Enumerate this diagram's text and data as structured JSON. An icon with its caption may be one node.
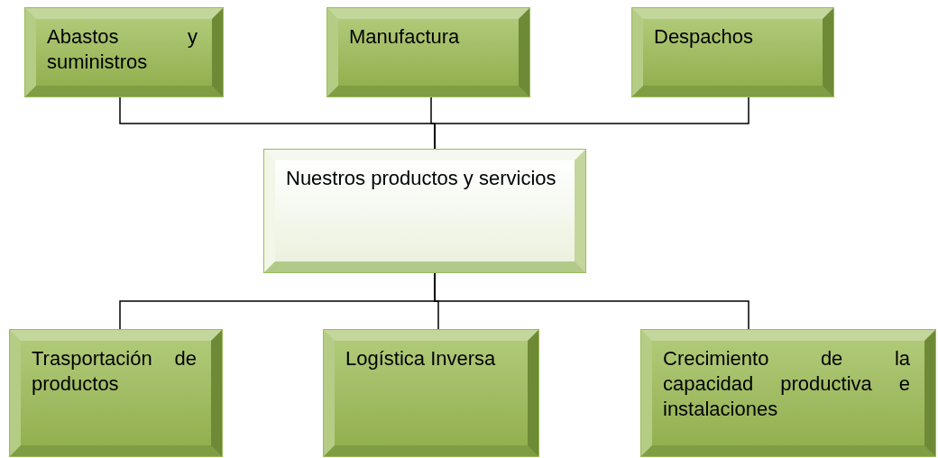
{
  "diagram": {
    "nodes": [
      {
        "text": [
          "Abastos y suministros"
        ]
      },
      {
        "text": [
          "Manufactura"
        ]
      },
      {
        "text": [
          "Despachos"
        ]
      },
      {
        "text": [
          "Nuestros productos y servicios"
        ]
      },
      {
        "text": [
          "Trasportación de productos"
        ]
      },
      {
        "text": [
          "Logística Inversa"
        ]
      },
      {
        "text": [
          "Crecimiento de la capacidad productiva e instalaciones"
        ]
      }
    ],
    "edges": [
      {
        "from": 0,
        "to": 3,
        "arrow": "none"
      },
      {
        "from": 1,
        "to": 3,
        "arrow": "none"
      },
      {
        "from": 2,
        "to": 3,
        "arrow": "none"
      },
      {
        "from": 3,
        "to": 4,
        "arrow": "none"
      },
      {
        "from": 3,
        "to": 5,
        "arrow": "none"
      },
      {
        "from": 3,
        "to": 6,
        "arrow": "none"
      }
    ]
  }
}
